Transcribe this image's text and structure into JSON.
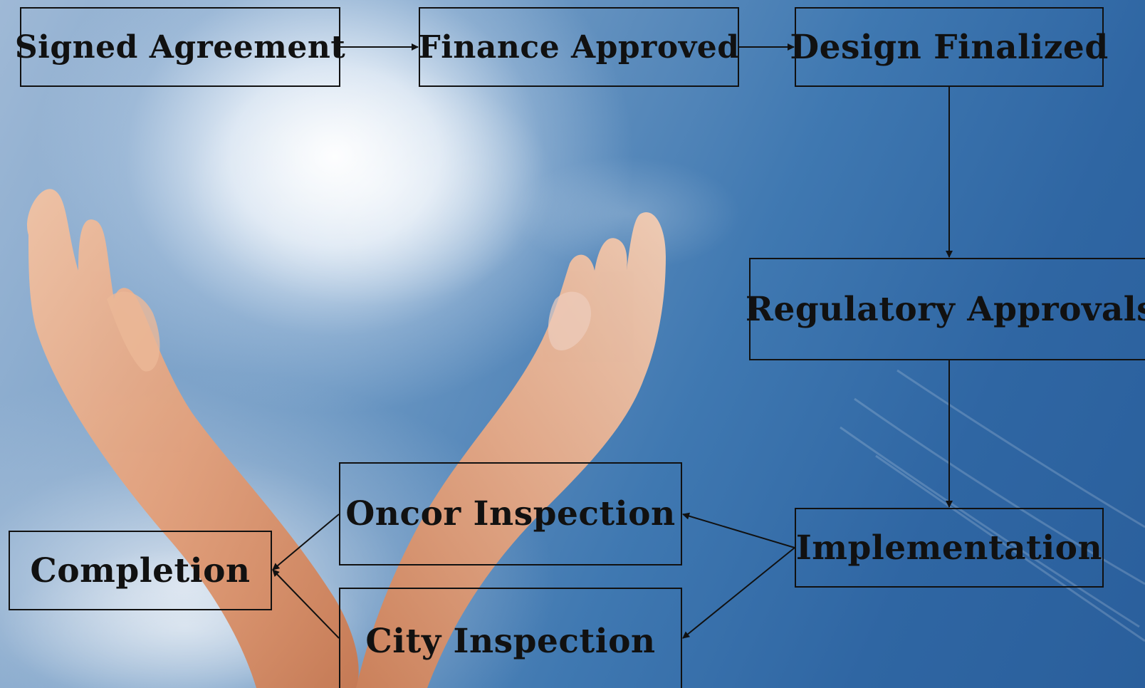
{
  "diagram": {
    "nodes": {
      "signed_agreement": "Signed Agreement",
      "finance_approved": "Finance Approved",
      "design_finalized": "Design Finalized",
      "regulatory_approvals": "Regulatory Approvals",
      "implementation": "Implementation",
      "oncor_inspection": "Oncor Inspection",
      "city_inspection": "City Inspection",
      "completion": "Completion"
    },
    "edges": [
      {
        "from": "signed_agreement",
        "to": "finance_approved"
      },
      {
        "from": "finance_approved",
        "to": "design_finalized"
      },
      {
        "from": "design_finalized",
        "to": "regulatory_approvals"
      },
      {
        "from": "regulatory_approvals",
        "to": "implementation"
      },
      {
        "from": "implementation",
        "to": "oncor_inspection"
      },
      {
        "from": "implementation",
        "to": "city_inspection"
      },
      {
        "from": "oncor_inspection",
        "to": "completion"
      },
      {
        "from": "city_inspection",
        "to": "completion"
      }
    ]
  },
  "colors": {
    "box_border": "#111111",
    "text": "#111111",
    "sky": "#3f78b1",
    "skin": "#e8a27a"
  },
  "background": {
    "image_subject": "raised hands against blue sky with sunlight",
    "icon": "hands-sky-photo"
  }
}
